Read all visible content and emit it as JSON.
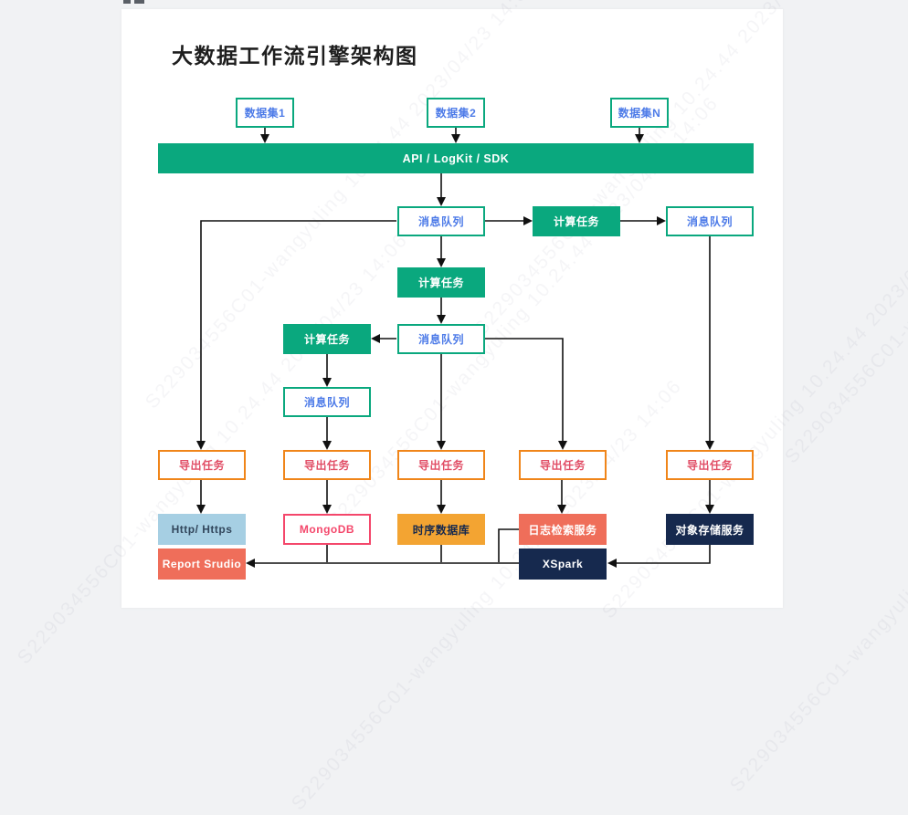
{
  "diagram": {
    "title": "大数据工作流引擎架构图",
    "sources": {
      "d1": "数据集1",
      "d2": "数据集2",
      "dn": "数据集N"
    },
    "ingest_bar": "API / LogKit / SDK",
    "labels": {
      "message_queue": "消息队列",
      "compute_task": "计算任务",
      "export_task": "导出任务"
    },
    "sinks": {
      "http": "Http/ Https",
      "report": "Report Srudio",
      "mongodb": "MongoDB",
      "tsdb": "时序数据库",
      "log_search": "日志检索服务",
      "xspark": "XSpark",
      "object_storage": "对象存储服务"
    }
  },
  "watermark": {
    "text": "S229034556C01-wangyuling 10.24.44 2023/04/23 14:06"
  },
  "palette": {
    "green": "#0aa87e",
    "blue_text": "#4d7be8",
    "orange_border": "#f08519",
    "red_text": "#e14e66",
    "light_blue": "#a6cfe3",
    "pink": "#f4476b",
    "amber": "#f3a432",
    "salmon": "#ef6e5a",
    "navy": "#16294e",
    "page_bg": "#f1f2f4",
    "canvas_bg": "#ffffff",
    "edge": "#111111"
  }
}
